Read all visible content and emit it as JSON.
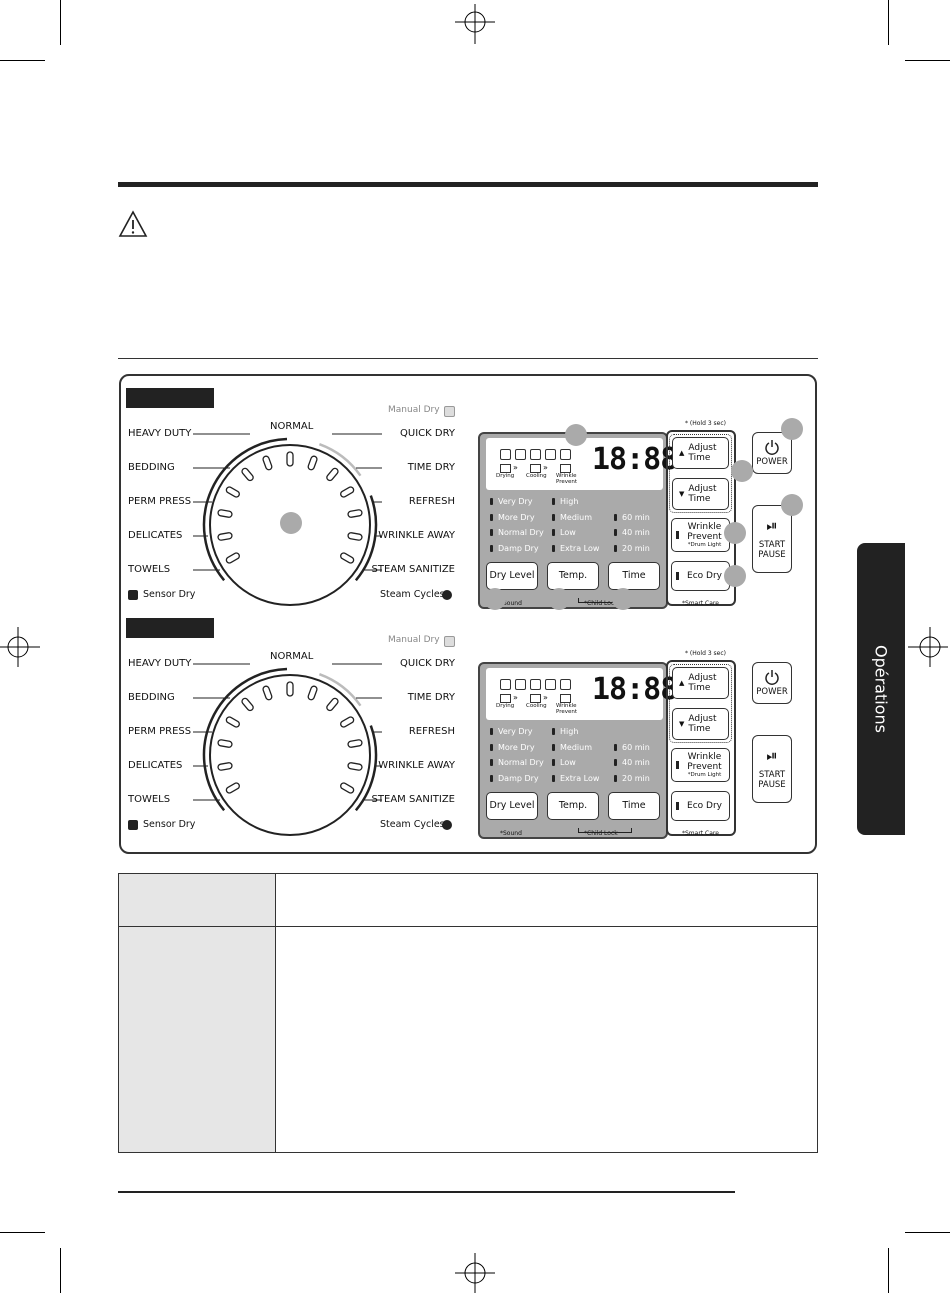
{
  "side_tab": {
    "label": "Opérations"
  },
  "panels": [
    {
      "dial": {
        "center": "NORMAL",
        "left": [
          "HEAVY DUTY",
          "BEDDING",
          "PERM PRESS",
          "DELICATES",
          "TOWELS"
        ],
        "right": [
          "QUICK DRY",
          "TIME DRY",
          "REFRESH",
          "WRINKLE AWAY",
          "STEAM SANITIZE"
        ],
        "sensor": "Sensor Dry",
        "steam": "Steam Cycles",
        "manual": "Manual Dry"
      },
      "display": {
        "digits": "18:88",
        "stages": [
          "Drying",
          "Cooling",
          "Wrinkle Prevent"
        ],
        "dry_level": [
          "Very Dry",
          "More Dry",
          "Normal Dry",
          "Damp Dry"
        ],
        "temp": [
          "High",
          "Medium",
          "Low",
          "Extra Low"
        ],
        "time": [
          "60 min",
          "40 min",
          "20 min"
        ]
      },
      "buttons": {
        "dry_level": "Dry Level",
        "temp": "Temp.",
        "time": "Time",
        "adjust_up": "Adjust Time",
        "adjust_down": "Adjust Time",
        "wrinkle": "Wrinkle Prevent",
        "drum_light": "*Drum Light",
        "eco": "Eco Dry",
        "power": "POWER",
        "start": "START PAUSE"
      },
      "notes": {
        "hold": "* (Hold 3 sec)",
        "sound": "*Sound",
        "child_lock": "*Child Lock",
        "smart_care": "*Smart Care"
      }
    },
    {
      "dial": {
        "center": "NORMAL",
        "left": [
          "HEAVY DUTY",
          "BEDDING",
          "PERM PRESS",
          "DELICATES",
          "TOWELS"
        ],
        "right": [
          "QUICK DRY",
          "TIME DRY",
          "REFRESH",
          "WRINKLE AWAY",
          "STEAM SANITIZE"
        ],
        "sensor": "Sensor Dry",
        "steam": "Steam Cycles",
        "manual": "Manual Dry"
      },
      "display": {
        "digits": "18:88",
        "stages": [
          "Drying",
          "Cooling",
          "Wrinkle Prevent"
        ],
        "dry_level": [
          "Very Dry",
          "More Dry",
          "Normal Dry",
          "Damp Dry"
        ],
        "temp": [
          "High",
          "Medium",
          "Low",
          "Extra Low"
        ],
        "time": [
          "60 min",
          "40 min",
          "20 min"
        ]
      },
      "buttons": {
        "dry_level": "Dry Level",
        "temp": "Temp.",
        "time": "Time",
        "adjust_up": "Adjust Time",
        "adjust_down": "Adjust Time",
        "wrinkle": "Wrinkle Prevent",
        "drum_light": "*Drum Light",
        "eco": "Eco Dry",
        "power": "POWER",
        "start": "START PAUSE"
      },
      "notes": {
        "hold": "* (Hold 3 sec)",
        "sound": "*Sound",
        "child_lock": "*Child Lock",
        "smart_care": "*Smart Care"
      }
    }
  ]
}
